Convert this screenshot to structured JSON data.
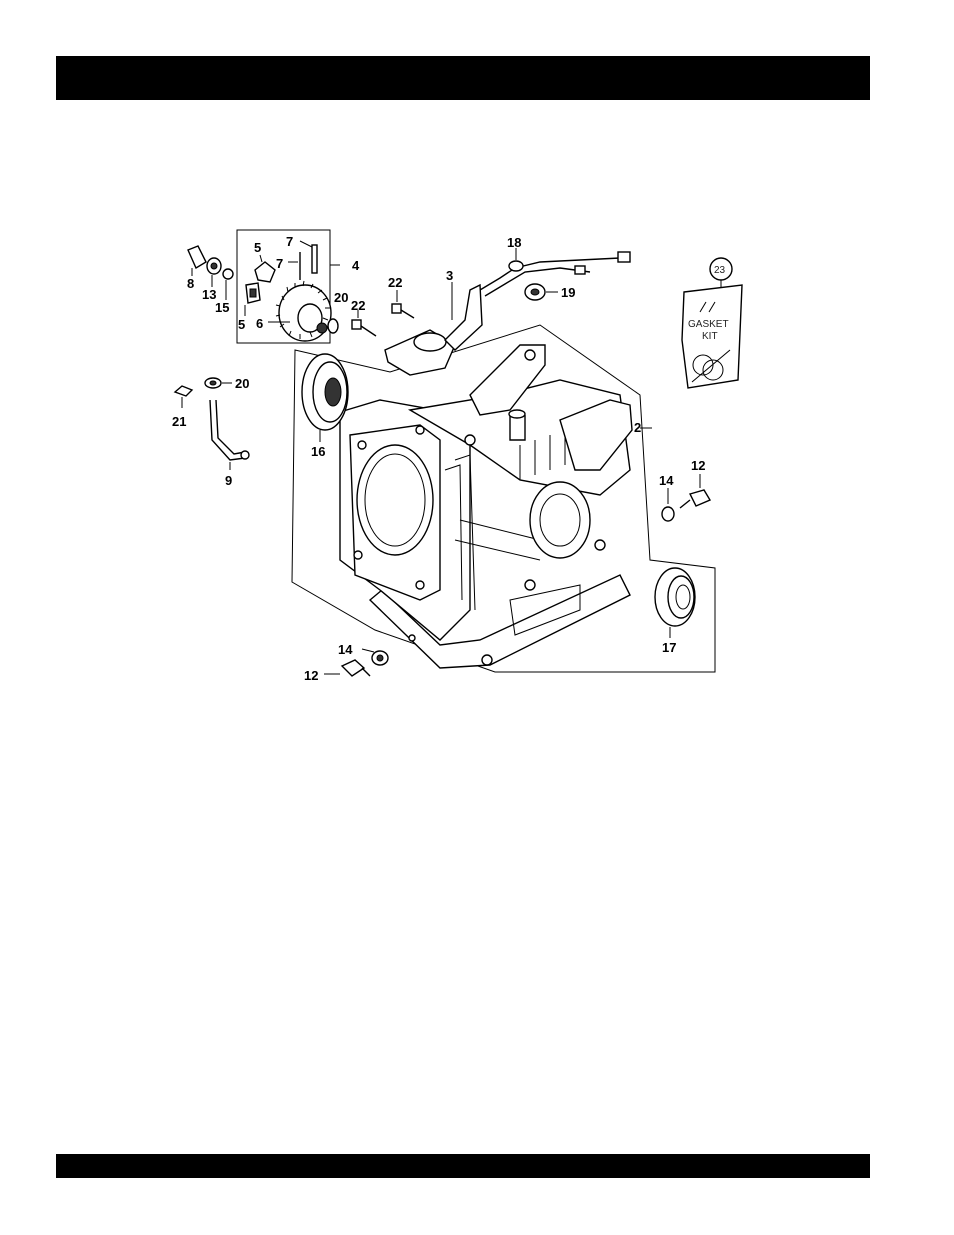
{
  "header": {
    "title": ""
  },
  "footer": {
    "text": ""
  },
  "callouts": {
    "c2": "2",
    "c3": "3",
    "c4": "4",
    "c5a": "5",
    "c5b": "5",
    "c6": "6",
    "c7a": "7",
    "c7b": "7",
    "c8": "8",
    "c9": "9",
    "c12a": "12",
    "c12b": "12",
    "c13": "13",
    "c14a": "14",
    "c14b": "14",
    "c15": "15",
    "c16": "16",
    "c17": "17",
    "c18": "18",
    "c19": "19",
    "c20a": "20",
    "c20b": "20",
    "c21": "21",
    "c22a": "22",
    "c22b": "22",
    "c23": "23"
  },
  "gasket_kit": {
    "line1": "GASKET",
    "line2": "KIT"
  }
}
